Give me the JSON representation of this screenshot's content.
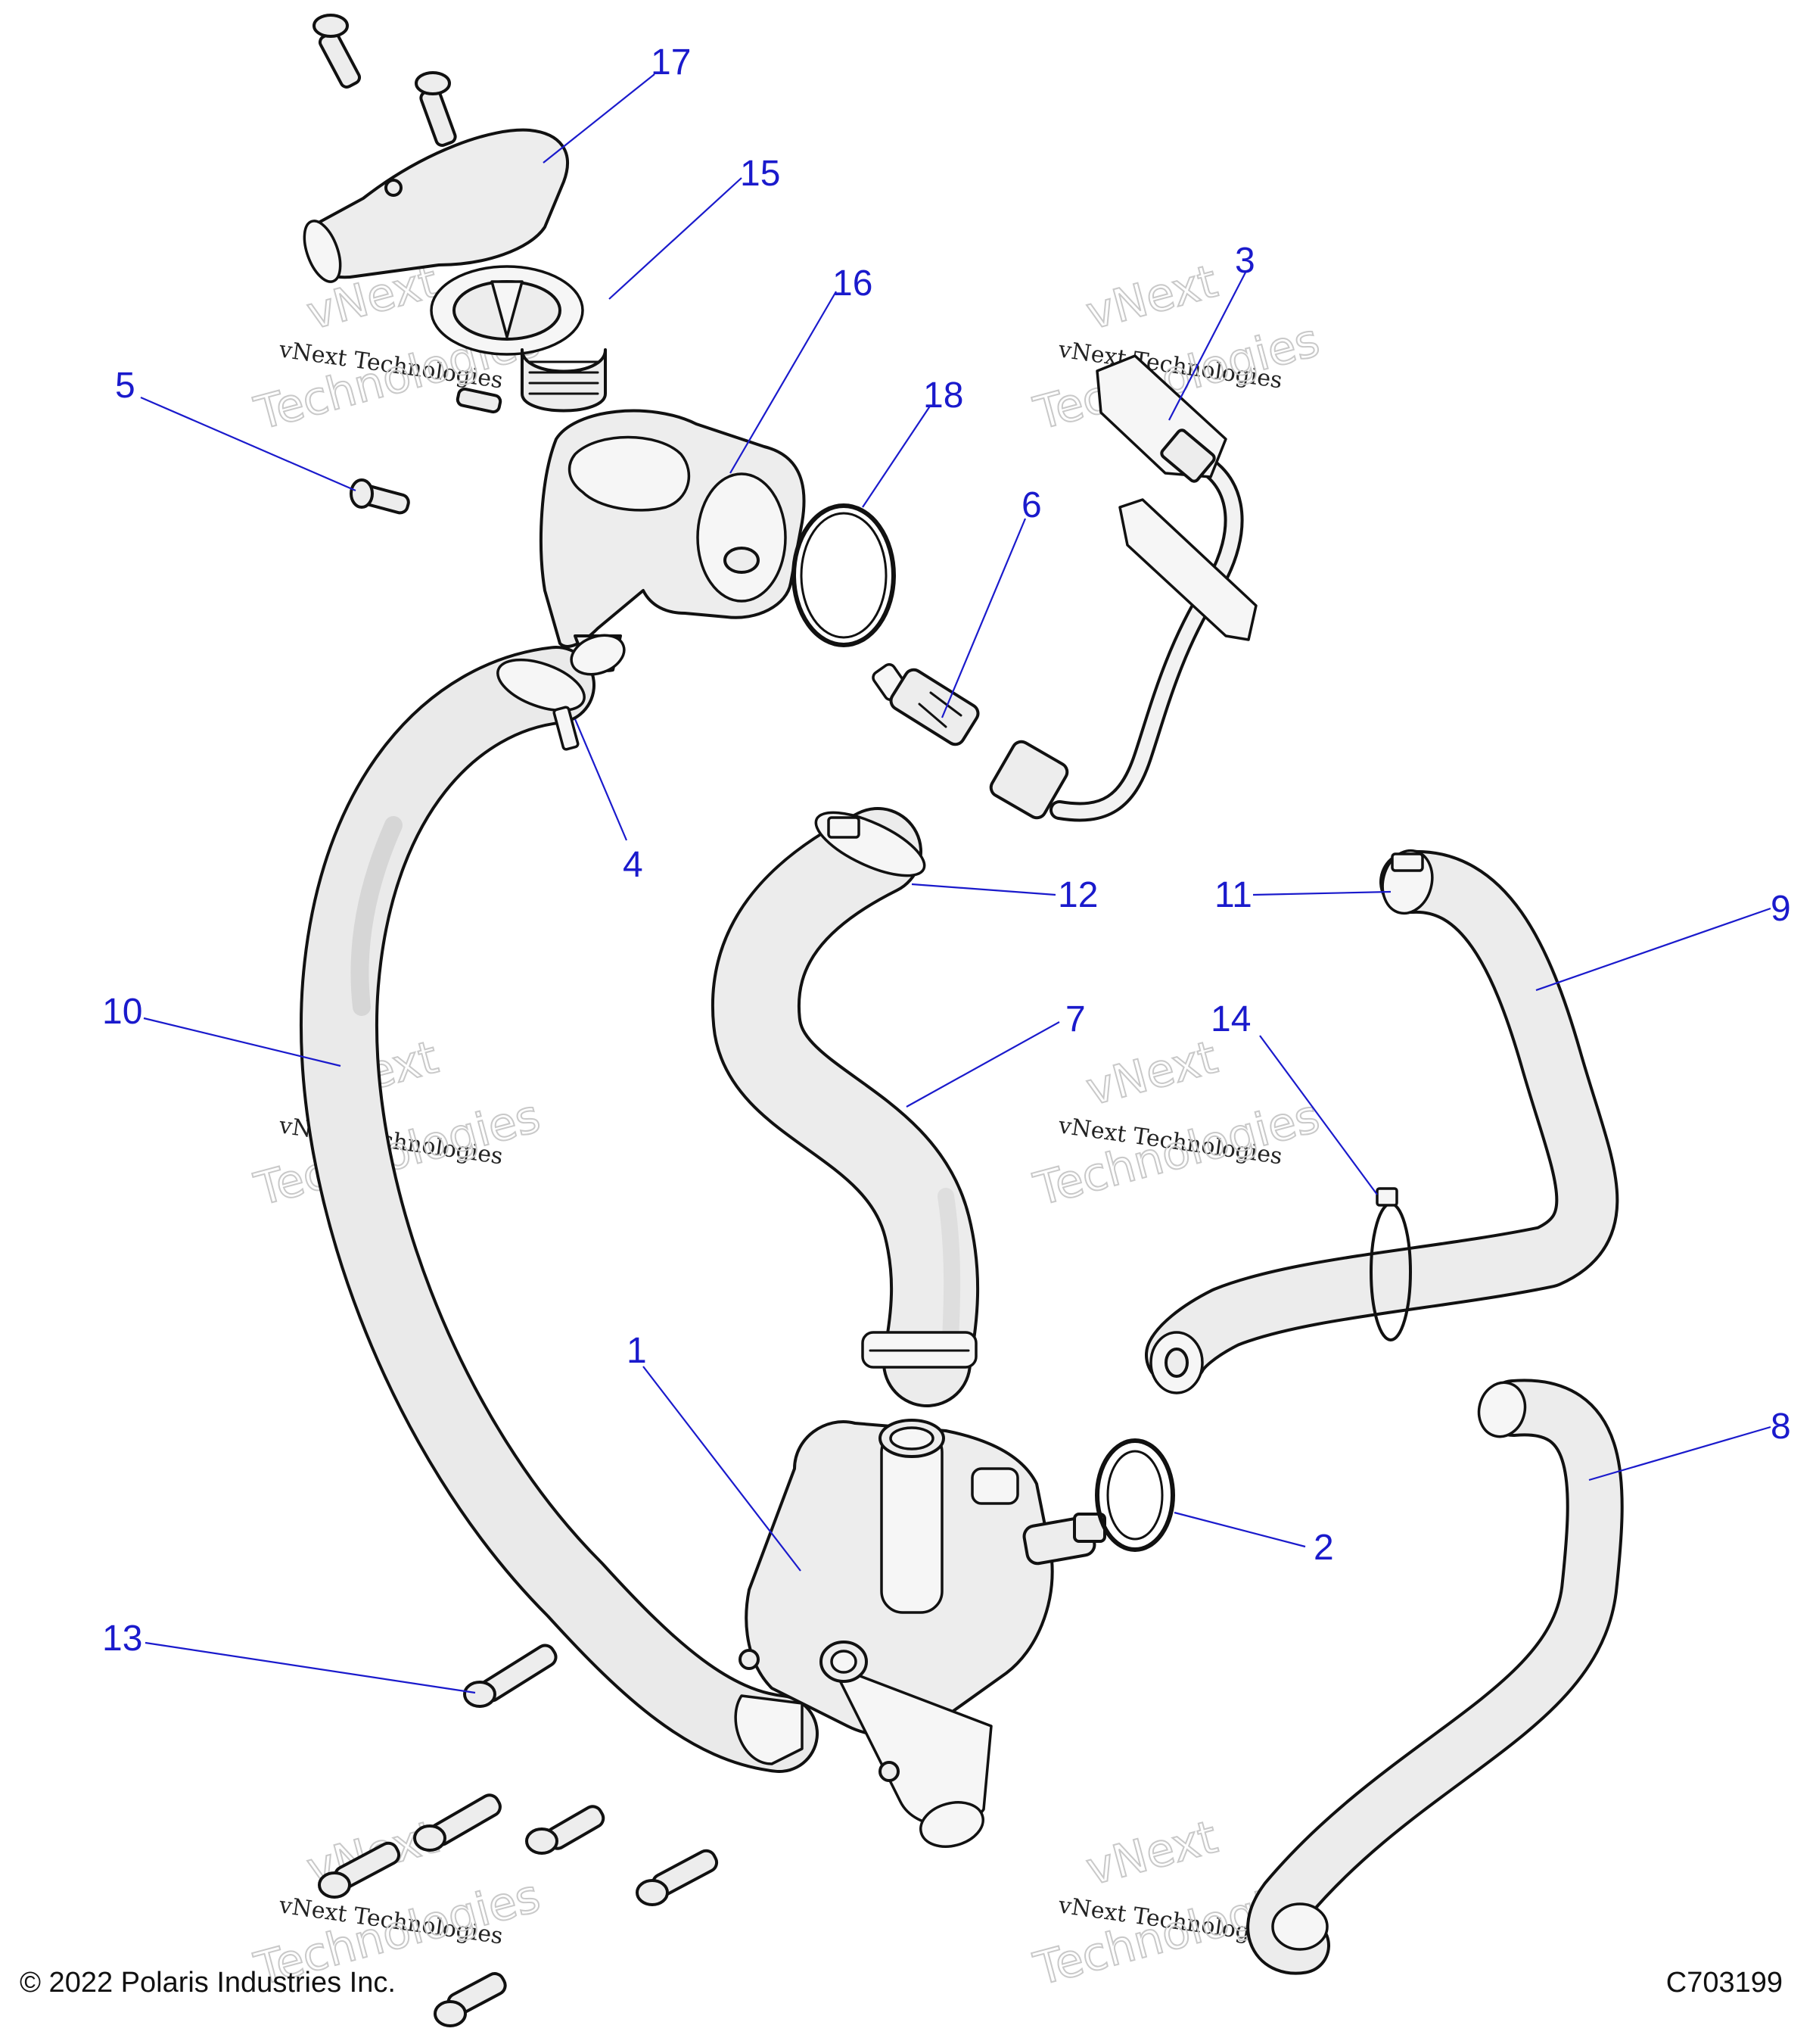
{
  "callouts": [
    {
      "id": "1",
      "label": "1"
    },
    {
      "id": "2",
      "label": "2"
    },
    {
      "id": "3",
      "label": "3"
    },
    {
      "id": "4",
      "label": "4"
    },
    {
      "id": "5",
      "label": "5"
    },
    {
      "id": "6",
      "label": "6"
    },
    {
      "id": "7",
      "label": "7"
    },
    {
      "id": "8",
      "label": "8"
    },
    {
      "id": "9",
      "label": "9"
    },
    {
      "id": "10",
      "label": "10"
    },
    {
      "id": "11",
      "label": "11"
    },
    {
      "id": "12",
      "label": "12"
    },
    {
      "id": "13",
      "label": "13"
    },
    {
      "id": "14",
      "label": "14"
    },
    {
      "id": "15",
      "label": "15"
    },
    {
      "id": "16",
      "label": "16"
    },
    {
      "id": "17",
      "label": "17"
    },
    {
      "id": "18",
      "label": "18"
    }
  ],
  "watermark": {
    "brand": "vNext",
    "line": "vNext Technologies",
    "word": "Technologies"
  },
  "footer": {
    "copyright": "© 2022 Polaris Industries Inc.",
    "figure_id": "C703199"
  },
  "colors": {
    "callout": "#1a1acc",
    "outline": "#111111",
    "part_fill": "#ededed"
  }
}
